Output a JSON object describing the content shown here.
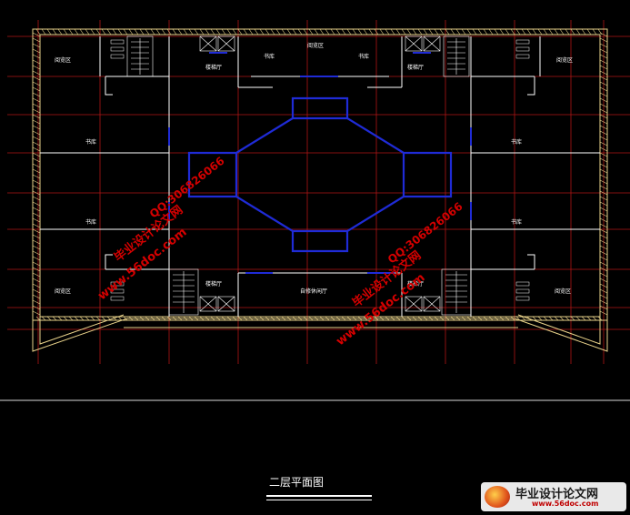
{
  "drawing": {
    "title": "二层平面图",
    "rooms": {
      "reading_top_left": "阅览区",
      "reading_top_right": "阅览区",
      "reading_bottom_left": "阅览区",
      "reading_bottom_right": "阅览区",
      "reading_top_center": "阅览区",
      "stacks_top_left": "书库",
      "stacks_top_right": "书库",
      "stacks_left_upper": "书库",
      "stacks_left_lower": "书库",
      "stacks_right_upper": "书库",
      "stacks_right_lower": "书库",
      "stair_hall_top_left": "楼梯厅",
      "stair_hall_top_right": "楼梯厅",
      "stair_hall_bottom_left": "楼梯厅",
      "stair_hall_bottom_right": "楼梯厅",
      "gallery_bottom": "自修休闲厅"
    }
  },
  "watermarks": {
    "site": "www.56doc.com",
    "qq": "QQ:306826066",
    "brand": "毕业设计论文网"
  },
  "brand_box": {
    "title": "毕业设计论文网",
    "url": "www.56doc.com"
  },
  "colors": {
    "background": "#000000",
    "grid": "#cc1a1a",
    "wall": "#ffffff",
    "outer_wall": "#e8d28a",
    "atrium": "#1f2bd6",
    "watermark": "#d40000"
  }
}
